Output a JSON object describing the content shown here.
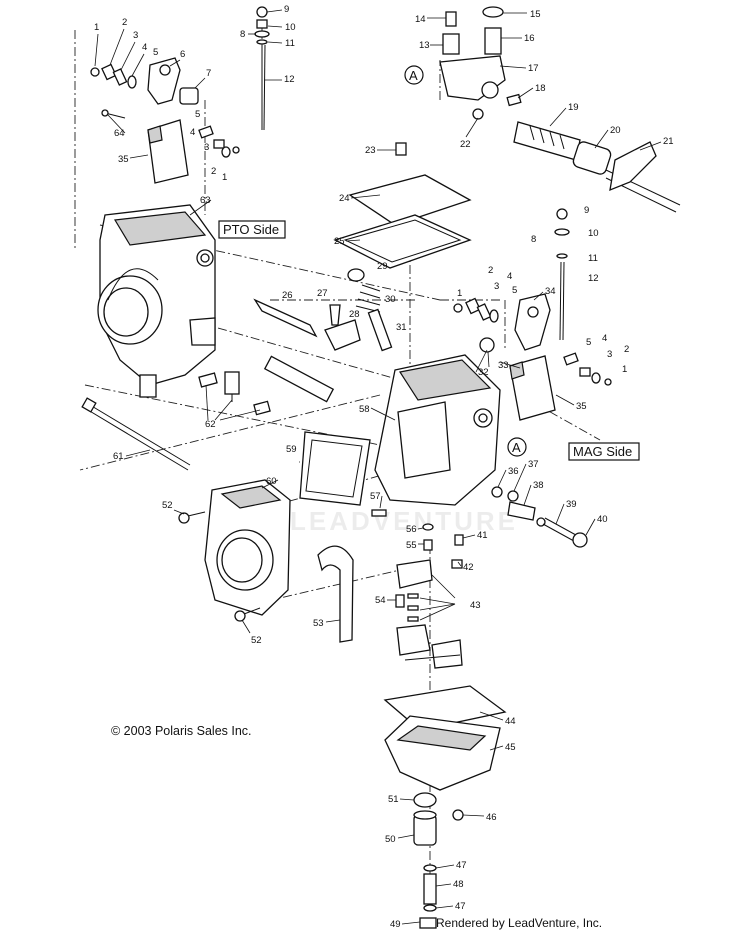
{
  "labels": {
    "pto_side": "PTO Side",
    "mag_side": "MAG Side",
    "ref_a": "A"
  },
  "watermark": "LEADVENTURE",
  "copyright": "© 2003 Polaris Sales Inc.",
  "rendered_by": "Rendered by LeadVenture, Inc.",
  "part_numbers": [
    "1",
    "2",
    "3",
    "4",
    "5",
    "6",
    "7",
    "8",
    "9",
    "10",
    "11",
    "12",
    "13",
    "14",
    "15",
    "16",
    "17",
    "18",
    "19",
    "20",
    "21",
    "22",
    "23",
    "24",
    "25",
    "26",
    "27",
    "28",
    "29",
    "30",
    "31",
    "32",
    "33",
    "34",
    "35",
    "36",
    "37",
    "38",
    "39",
    "40",
    "41",
    "42",
    "43",
    "44",
    "45",
    "46",
    "47",
    "48",
    "49",
    "50",
    "51",
    "52",
    "53",
    "54",
    "55",
    "56",
    "57",
    "58",
    "59",
    "60",
    "61",
    "62",
    "63",
    "64"
  ]
}
